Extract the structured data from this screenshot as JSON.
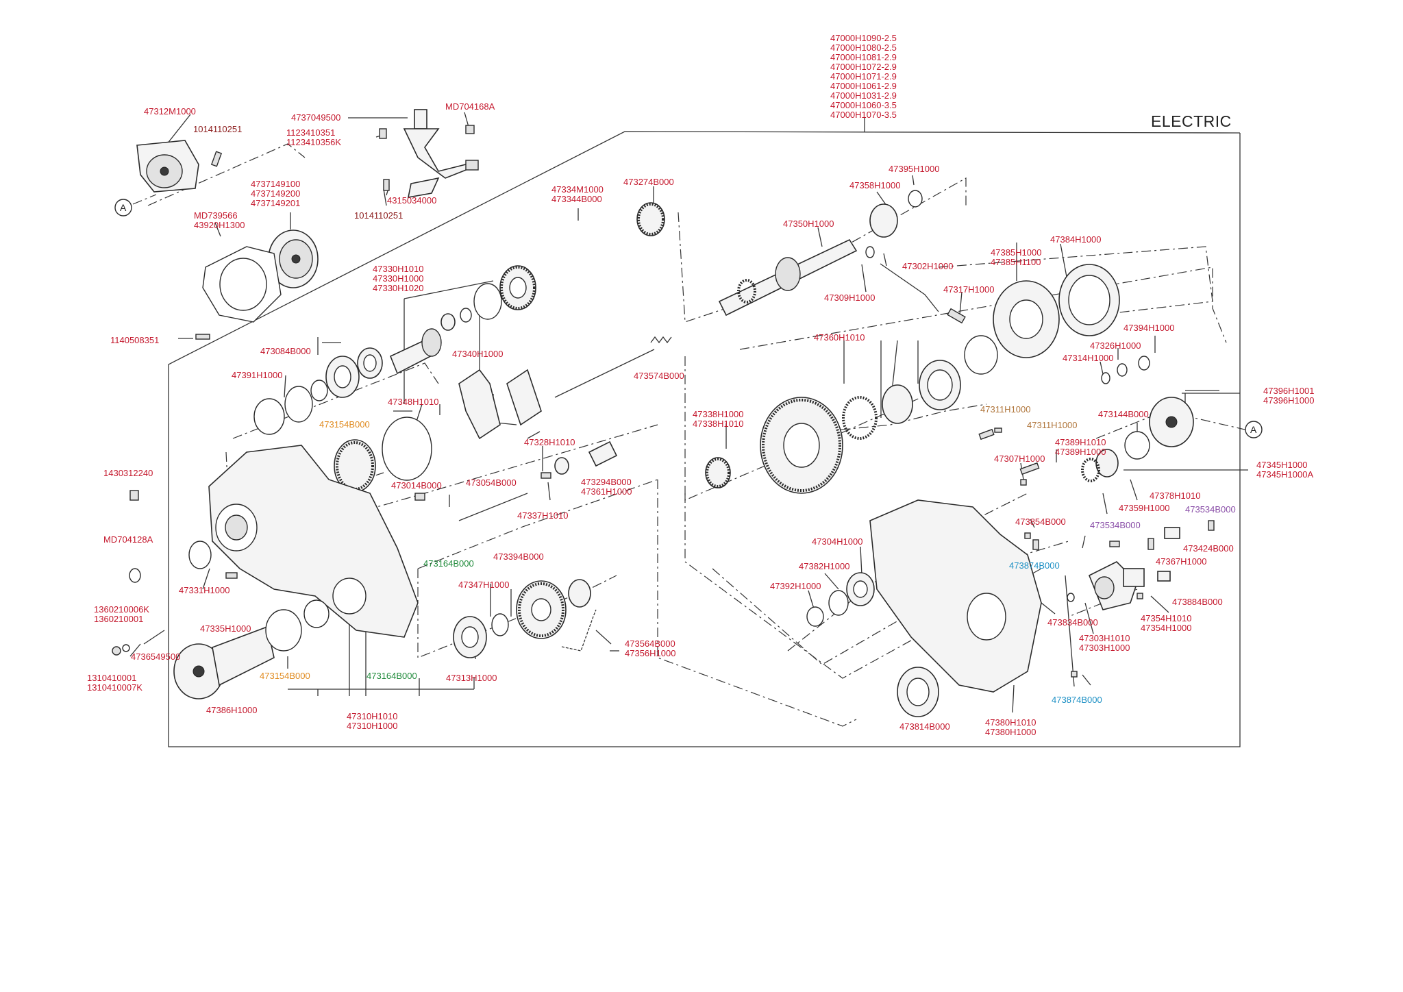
{
  "title": "ELECTRIC",
  "colors": {
    "red": "#c4172c",
    "dark_red": "#8b1a1a",
    "orange": "#e08a1e",
    "brown": "#b0763c",
    "green": "#1f8a3a",
    "cyan": "#1b8fc4",
    "purple": "#8a4fa8"
  },
  "callout_marker": "A",
  "labels": [
    {
      "id": "assy",
      "color": "red",
      "lines": [
        "47000H1090-2.5",
        "47000H1080-2.5",
        "47000H1081-2.9",
        "47000H1072-2.9",
        "47000H1071-2.9",
        "47000H1061-2.9",
        "47000H1031-2.9",
        "47000H1060-3.5",
        "47000H1070-3.5"
      ]
    },
    {
      "id": "l47312",
      "color": "red",
      "lines": [
        "47312M1000"
      ]
    },
    {
      "id": "l1014a",
      "color": "dark_red",
      "lines": [
        "1014110251"
      ]
    },
    {
      "id": "l4737049",
      "color": "red",
      "lines": [
        "4737049500"
      ]
    },
    {
      "id": "l11234",
      "color": "red",
      "lines": [
        "1123410351",
        "1123410356K"
      ]
    },
    {
      "id": "lmd704168",
      "color": "red",
      "lines": [
        "MD704168A"
      ]
    },
    {
      "id": "l4315",
      "color": "red",
      "lines": [
        "4315034000"
      ]
    },
    {
      "id": "l1014b",
      "color": "dark_red",
      "lines": [
        "1014110251"
      ]
    },
    {
      "id": "l47371",
      "color": "red",
      "lines": [
        "4737149100",
        "4737149200",
        "4737149201"
      ]
    },
    {
      "id": "lmd739566",
      "color": "red",
      "lines": [
        "MD739566",
        "43920H1300"
      ]
    },
    {
      "id": "l47334",
      "color": "red",
      "lines": [
        "47334M1000",
        "473344B000"
      ]
    },
    {
      "id": "l473274",
      "color": "red",
      "lines": [
        "473274B000"
      ]
    },
    {
      "id": "l47330",
      "color": "red",
      "lines": [
        "47330H1010",
        "47330H1000",
        "47330H1020"
      ]
    },
    {
      "id": "l1140",
      "color": "red",
      "lines": [
        "1140508351"
      ]
    },
    {
      "id": "l473084",
      "color": "red",
      "lines": [
        "473084B000"
      ]
    },
    {
      "id": "l47391",
      "color": "red",
      "lines": [
        "47391H1000"
      ]
    },
    {
      "id": "l47340",
      "color": "red",
      "lines": [
        "47340H1000"
      ]
    },
    {
      "id": "l473574",
      "color": "red",
      "lines": [
        "473574B000"
      ]
    },
    {
      "id": "l47348",
      "color": "red",
      "lines": [
        "47348H1010"
      ]
    },
    {
      "id": "l473154a",
      "color": "orange",
      "lines": [
        "473154B000"
      ]
    },
    {
      "id": "l47328",
      "color": "red",
      "lines": [
        "47328H1010"
      ]
    },
    {
      "id": "l14303",
      "color": "red",
      "lines": [
        "1430312240"
      ]
    },
    {
      "id": "l473014",
      "color": "red",
      "lines": [
        "473014B000"
      ]
    },
    {
      "id": "l473054",
      "color": "red",
      "lines": [
        "473054B000"
      ]
    },
    {
      "id": "l473294",
      "color": "red",
      "lines": [
        "473294B000",
        "47361H1000"
      ]
    },
    {
      "id": "l47337",
      "color": "red",
      "lines": [
        "47337H1010"
      ]
    },
    {
      "id": "lmd704128",
      "color": "red",
      "lines": [
        "MD704128A"
      ]
    },
    {
      "id": "l473164a",
      "color": "green",
      "lines": [
        "473164B000"
      ]
    },
    {
      "id": "l473394",
      "color": "red",
      "lines": [
        "473394B000"
      ]
    },
    {
      "id": "l47331",
      "color": "red",
      "lines": [
        "47331H1000"
      ]
    },
    {
      "id": "l47347",
      "color": "red",
      "lines": [
        "47347H1000"
      ]
    },
    {
      "id": "l13602",
      "color": "red",
      "lines": [
        "1360210006K",
        "1360210001"
      ]
    },
    {
      "id": "l47335",
      "color": "red",
      "lines": [
        "47335H1000"
      ]
    },
    {
      "id": "l47365",
      "color": "red",
      "lines": [
        "4736549500"
      ]
    },
    {
      "id": "l473564",
      "color": "red",
      "lines": [
        "473564B000",
        "47356H1000"
      ]
    },
    {
      "id": "l13104",
      "color": "red",
      "lines": [
        "1310410001",
        "1310410007K"
      ]
    },
    {
      "id": "l473154b",
      "color": "orange",
      "lines": [
        "473154B000"
      ]
    },
    {
      "id": "l473164b",
      "color": "green",
      "lines": [
        "473164B000"
      ]
    },
    {
      "id": "l47313",
      "color": "red",
      "lines": [
        "47313H1000"
      ]
    },
    {
      "id": "l47386",
      "color": "red",
      "lines": [
        "47386H1000"
      ]
    },
    {
      "id": "l47310",
      "color": "red",
      "lines": [
        "47310H1010",
        "47310H1000"
      ]
    },
    {
      "id": "l47395",
      "color": "red",
      "lines": [
        "47395H1000"
      ]
    },
    {
      "id": "l47358",
      "color": "red",
      "lines": [
        "47358H1000"
      ]
    },
    {
      "id": "l47350",
      "color": "red",
      "lines": [
        "47350H1000"
      ]
    },
    {
      "id": "l47384",
      "color": "red",
      "lines": [
        "47384H1000"
      ]
    },
    {
      "id": "l47385",
      "color": "red",
      "lines": [
        "47385H1000",
        "47385H1100"
      ]
    },
    {
      "id": "l47302",
      "color": "red",
      "lines": [
        "47302H1000"
      ]
    },
    {
      "id": "l47309",
      "color": "red",
      "lines": [
        "47309H1000"
      ]
    },
    {
      "id": "l47317",
      "color": "red",
      "lines": [
        "47317H1000"
      ]
    },
    {
      "id": "l47394",
      "color": "red",
      "lines": [
        "47394H1000"
      ]
    },
    {
      "id": "l47360",
      "color": "red",
      "lines": [
        "47360H1010"
      ]
    },
    {
      "id": "l47326",
      "color": "red",
      "lines": [
        "47326H1000"
      ]
    },
    {
      "id": "l47314",
      "color": "red",
      "lines": [
        "47314H1000"
      ]
    },
    {
      "id": "l47396",
      "color": "red",
      "lines": [
        "47396H1001",
        "47396H1000"
      ]
    },
    {
      "id": "l47338",
      "color": "red",
      "lines": [
        "47338H1000",
        "47338H1010"
      ]
    },
    {
      "id": "l47311a",
      "color": "brown",
      "lines": [
        "47311H1000"
      ]
    },
    {
      "id": "l473144",
      "color": "red",
      "lines": [
        "473144B000"
      ]
    },
    {
      "id": "l47311b",
      "color": "brown",
      "lines": [
        "47311H1000"
      ]
    },
    {
      "id": "l47389",
      "color": "red",
      "lines": [
        "47389H1010",
        "47389H1000"
      ]
    },
    {
      "id": "l47307",
      "color": "red",
      "lines": [
        "47307H1000"
      ]
    },
    {
      "id": "l47345",
      "color": "red",
      "lines": [
        "47345H1000",
        "47345H1000A"
      ]
    },
    {
      "id": "l47378",
      "color": "red",
      "lines": [
        "47378H1010"
      ]
    },
    {
      "id": "l473854",
      "color": "red",
      "lines": [
        "473854B000"
      ]
    },
    {
      "id": "l47359",
      "color": "red",
      "lines": [
        "47359H1000"
      ]
    },
    {
      "id": "l473534a",
      "color": "purple",
      "lines": [
        "473534B000"
      ]
    },
    {
      "id": "l473534b",
      "color": "purple",
      "lines": [
        "473534B000"
      ]
    },
    {
      "id": "l47304",
      "color": "red",
      "lines": [
        "47304H1000"
      ]
    },
    {
      "id": "l473424",
      "color": "red",
      "lines": [
        "473424B000"
      ]
    },
    {
      "id": "l47367",
      "color": "red",
      "lines": [
        "47367H1000"
      ]
    },
    {
      "id": "l473874a",
      "color": "cyan",
      "lines": [
        "473874B000"
      ]
    },
    {
      "id": "l47382",
      "color": "red",
      "lines": [
        "47382H1000"
      ]
    },
    {
      "id": "l47392",
      "color": "red",
      "lines": [
        "47392H1000"
      ]
    },
    {
      "id": "l473884",
      "color": "red",
      "lines": [
        "473884B000"
      ]
    },
    {
      "id": "l473834",
      "color": "red",
      "lines": [
        "473834B000"
      ]
    },
    {
      "id": "l47354",
      "color": "red",
      "lines": [
        "47354H1010",
        "47354H1000"
      ]
    },
    {
      "id": "l47303",
      "color": "red",
      "lines": [
        "47303H1010",
        "47303H1000"
      ]
    },
    {
      "id": "l473874b",
      "color": "cyan",
      "lines": [
        "473874B000"
      ]
    },
    {
      "id": "l473814",
      "color": "red",
      "lines": [
        "473814B000"
      ]
    },
    {
      "id": "l47380",
      "color": "red",
      "lines": [
        "47380H1010",
        "47380H1000"
      ]
    }
  ]
}
